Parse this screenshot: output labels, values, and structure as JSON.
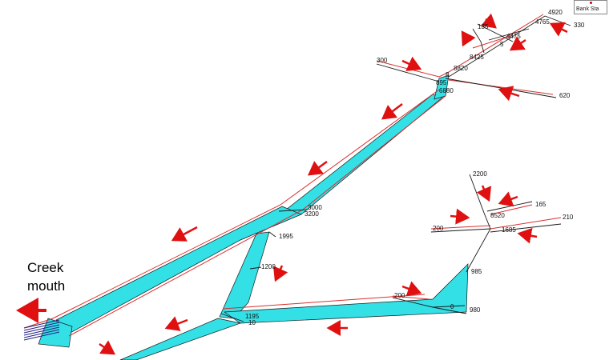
{
  "legend": {
    "label": "Bank Sta"
  },
  "annotation": {
    "line1": "Creek",
    "line2": "mouth"
  },
  "colors": {
    "water": "#33e0e6",
    "bank": "#d83030",
    "arrow": "#e01010",
    "line": "#1a1a1a",
    "channel": "#202080"
  },
  "stations": [
    "4920",
    "330",
    "4765",
    "135",
    "4475",
    "5",
    "8425",
    "620",
    "300",
    "8820",
    "8",
    "895",
    "6880",
    "3000",
    "3200",
    "1995",
    "1200",
    "1195",
    "10",
    "2200",
    "165",
    "210",
    "8520",
    "200",
    "1685",
    "985",
    "200",
    "0",
    "980"
  ]
}
